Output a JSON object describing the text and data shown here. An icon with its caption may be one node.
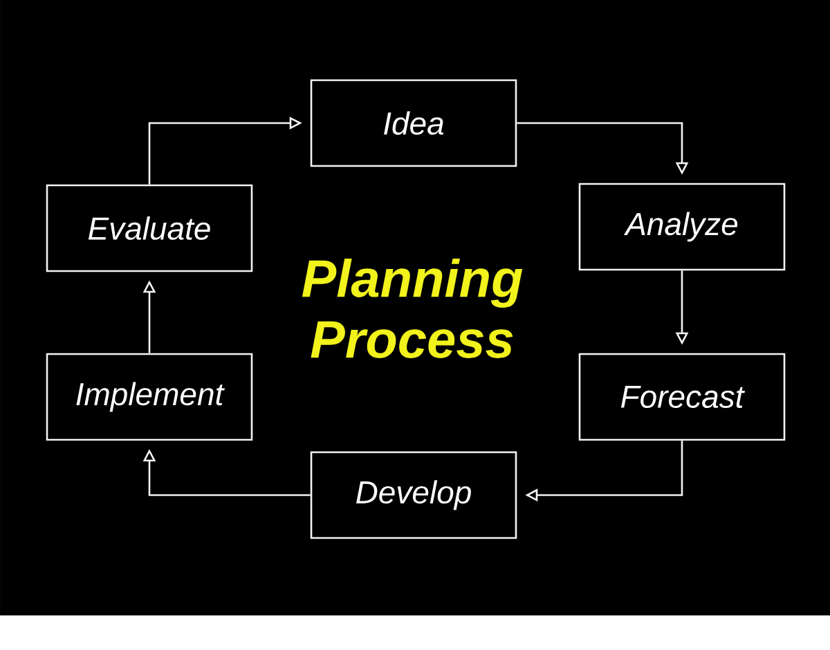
{
  "diagram": {
    "title": "Planning Process",
    "nodes": [
      {
        "text": [
          "Idea"
        ]
      },
      {
        "text": [
          "Evaluate"
        ]
      },
      {
        "text": [
          "Analyze"
        ]
      },
      {
        "text": [
          "Implement"
        ]
      },
      {
        "text": [
          "Forecast"
        ]
      },
      {
        "text": [
          "Develop"
        ]
      }
    ],
    "edges": [
      {
        "from": 1,
        "to": 0,
        "arrow": "to"
      },
      {
        "from": 0,
        "to": 2,
        "arrow": "to"
      },
      {
        "from": 2,
        "to": 4,
        "arrow": "to"
      },
      {
        "from": 4,
        "to": 5,
        "arrow": "to"
      },
      {
        "from": 5,
        "to": 3,
        "arrow": "to"
      },
      {
        "from": 3,
        "to": 1,
        "arrow": "to"
      }
    ]
  }
}
